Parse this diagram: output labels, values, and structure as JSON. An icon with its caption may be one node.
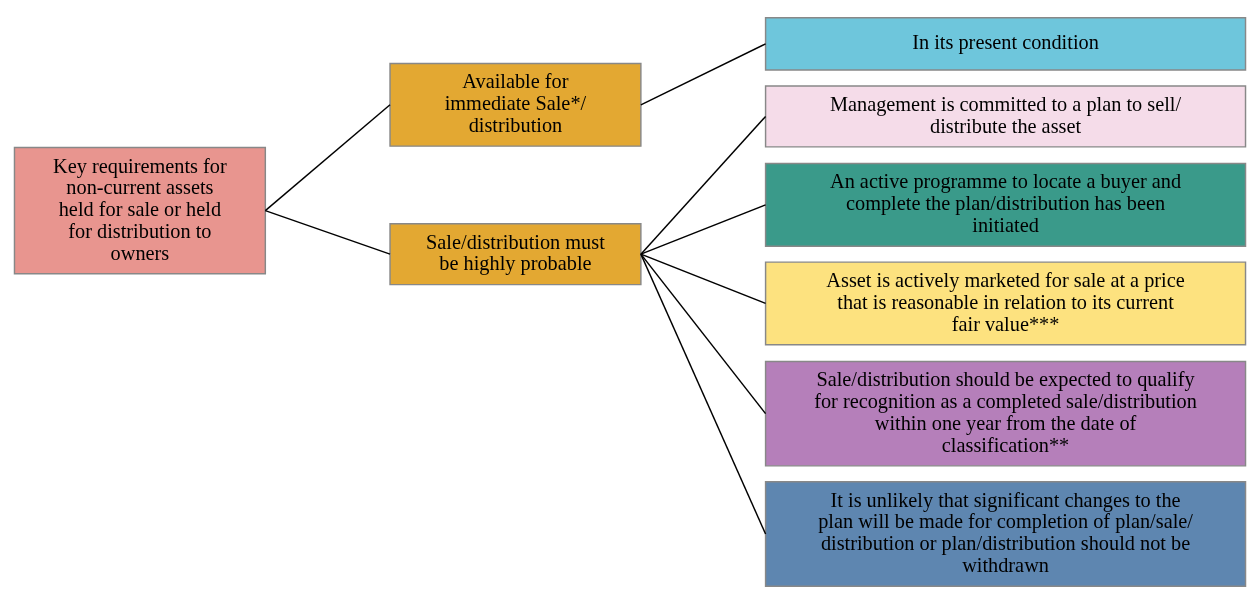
{
  "diagram": {
    "nodes": [
      {
        "text": [
          "Key requirements for non-current assets held for sale or held for distribution to owners"
        ]
      },
      {
        "text": [
          "Available for immediate Sale*/ distribution"
        ]
      },
      {
        "text": [
          "Sale/distribution must be highly probable"
        ]
      },
      {
        "text": [
          "In its present condition"
        ]
      },
      {
        "text": [
          "Management is committed to a plan to sell/ distribute the asset"
        ]
      },
      {
        "text": [
          "An active programme to locate a buyer and complete the plan/distribution has been initiated"
        ]
      },
      {
        "text": [
          "Asset is actively marketed for sale at a price that is reasonable in relation to its current fair value***"
        ]
      },
      {
        "text": [
          "Sale/distribution should be expected to qualify for recognition as a completed sale/distribution within one year from the date of classification**"
        ]
      },
      {
        "text": [
          "It is unlikely that significant changes to the plan will be made for completion of plan/sale/ distribution or plan/distribution should not be withdrawn"
        ]
      }
    ],
    "edges": [
      {
        "from": 0,
        "to": 1,
        "arrow": "none"
      },
      {
        "from": 0,
        "to": 2,
        "arrow": "none"
      },
      {
        "from": 1,
        "to": 3,
        "arrow": "none"
      },
      {
        "from": 2,
        "to": 4,
        "arrow": "none"
      },
      {
        "from": 2,
        "to": 5,
        "arrow": "none"
      },
      {
        "from": 2,
        "to": 6,
        "arrow": "none"
      },
      {
        "from": 2,
        "to": 7,
        "arrow": "none"
      },
      {
        "from": 2,
        "to": 8,
        "arrow": "none"
      }
    ]
  }
}
